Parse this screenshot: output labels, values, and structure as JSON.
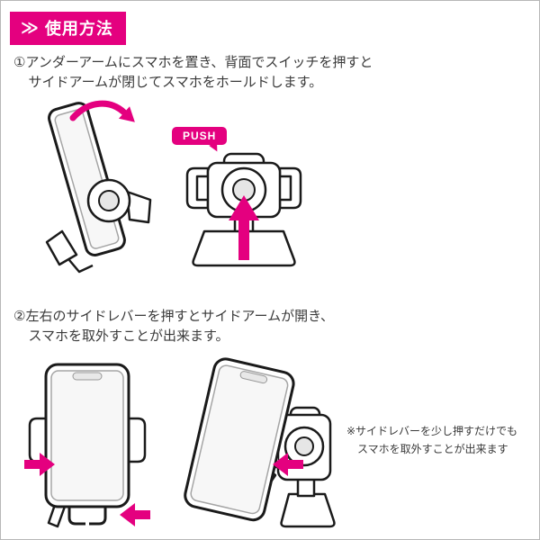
{
  "colors": {
    "accent": "#e4007f",
    "text": "#3a3a3a"
  },
  "header": {
    "chevron": "≫",
    "title": "使用方法"
  },
  "step1": {
    "line1": "①アンダーアームにスマホを置き、背面でスイッチを押すと",
    "line2": "サイドアームが閉じてスマホをホールドします。"
  },
  "push": {
    "label": "PUSH"
  },
  "step2": {
    "line1": "②左右のサイドレバーを押すとサイドアームが開き、",
    "line2": "スマホを取外すことが出来ます。"
  },
  "note": {
    "line1": "※サイドレバーを少し押すだけでも",
    "line2": "スマホを取外すことが出来ます"
  }
}
